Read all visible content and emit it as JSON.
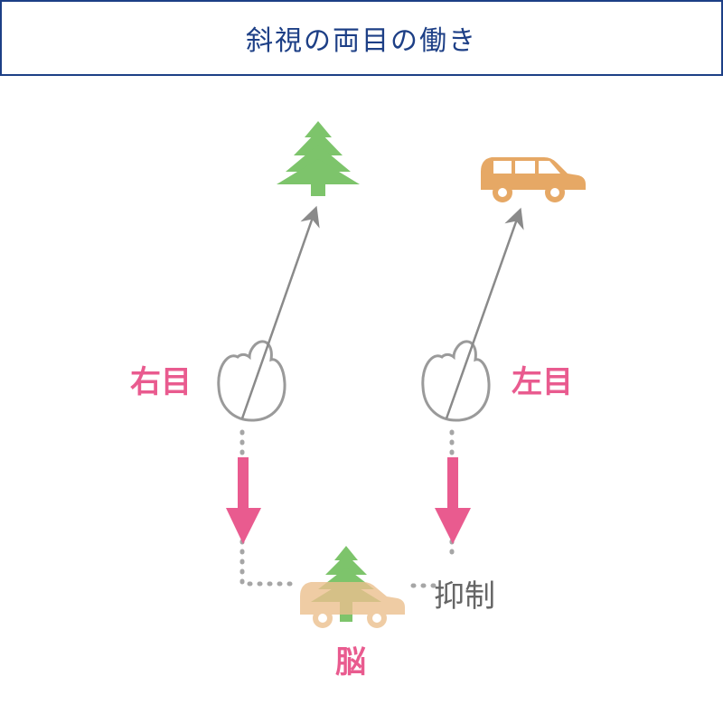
{
  "title": "斜視の両目の働き",
  "labels": {
    "right_eye": "右目",
    "left_eye": "左目",
    "brain": "脳",
    "suppression": "抑制"
  },
  "colors": {
    "title": "#1d3f86",
    "label_pink": "#e95b8f",
    "arrow_pink": "#e95b8f",
    "tree_green": "#7dc46b",
    "car_orange": "#e6a865",
    "car_faded": "#ecc08e",
    "eye_gray": "#9a9a9a",
    "sight_line": "#8a8a8a",
    "dotted_gray": "#a6a6a6",
    "suppression_text": "#666666"
  },
  "icons": {
    "right_target": "tree-icon",
    "left_target": "car-icon",
    "eyes": "eye-icon",
    "brain_image": "merged-image-icon"
  }
}
